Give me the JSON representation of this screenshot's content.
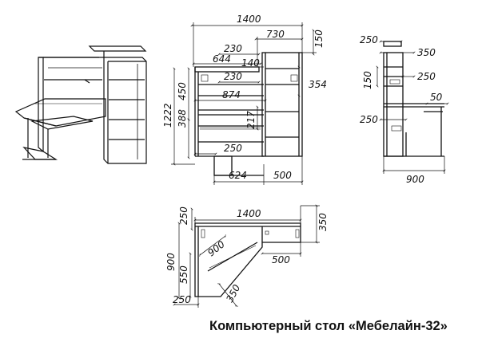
{
  "caption": "Компьютерный стол «Мебелайн-32»",
  "front_view": {
    "total_width": "1400",
    "upper_width": "730",
    "top_shelf_height": "150",
    "shelf_width_230_a": "230",
    "left_width": "644",
    "gap_140": "140",
    "shelf_width_230_b": "230",
    "shelf_height_354": "354",
    "height_450": "450",
    "inner_width": "874",
    "total_height": "1222",
    "height_388": "388",
    "height_217": "217",
    "offset_250": "250",
    "bottom_left": "624",
    "bottom_right": "500"
  },
  "side_view": {
    "top_depth": "250",
    "upper_depth": "350",
    "shelf_height": "150",
    "mid_depth": "250",
    "overhang": "50",
    "lower_offset": "250",
    "total_depth": "900"
  },
  "top_view": {
    "left_depth": "250",
    "total_width": "1400",
    "right_depth": "350",
    "diagonal": "900",
    "depth_900": "900",
    "depth_550": "550",
    "bottom_left": "250",
    "diagonal_350": "350",
    "right_width": "500"
  }
}
